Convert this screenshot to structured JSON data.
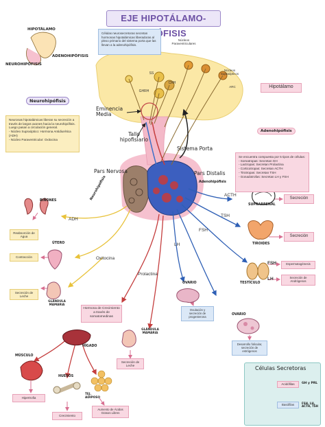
{
  "title": "EJE HIPOTÁLAMO-HIPÓFISIS",
  "legend_top": {
    "hypothalamus": "HIPOTÁLAMO",
    "neurohypophysis": "NEUROHIPÓFISIS",
    "adenohypophysis": "ADENOHIPÓFISIS"
  },
  "neurohipofisis_box": {
    "heading": "Neurohipófisis",
    "text_1": "Neuronas hipotalámicas liberan su secreción a través de largos axones hacia la neurohipófisis. Luego pasan a circulación general.",
    "text_2": "- Núcleo Supraóptico: Hormona Antidiurética (ADH)",
    "text_3": "- Núcleo Paraventricular: Oxitocina"
  },
  "top_note": "Células neurosecretoras secretan hormonas hipotalámicas liberadoras al plexo primario del sistema porta que las llevan a la adenohipófisis.",
  "nuclei": {
    "paraventricular": "Núcleos Paraventriculares",
    "supraoptic": "Núcleos Supraópticos",
    "arc": "ARC",
    "ss": "SS",
    "crh": "CRH",
    "ghrh": "GHRH"
  },
  "hipotalamo_label": "Hipotálamo",
  "eminencia_media": "Eminencia Media",
  "tallo_hipofisiario": "Tallo hipofisiario",
  "sistema_porta": "Sistema Porta",
  "pars_nervosa": "Pars Nervosa",
  "pars_distalis": "Pars Distalis",
  "neurohipofisis_side": "Neurohipófisis",
  "adenohipofisis": {
    "heading": "Adenohipófisis",
    "text_0": "Se encuentra compuesta por 5 tipos de células:",
    "text_1": "- Somatropas: Secretan GH",
    "text_2": "- Lactropas: Secretan Prolactina",
    "text_3": "- Corticotropas: Secretan ACTH",
    "text_4": "- Tirotropas: Secretan TSH",
    "text_5": "- Gonadotrofas: Secretan LH y FSH"
  },
  "adenohipofisis_side": "Adenohipófisis",
  "hormones": {
    "acth": "ACTH",
    "tsh": "TSH",
    "fsh": "FSH",
    "lh": "LH",
    "adh": "ADH",
    "oxitocina": "Oxitocina",
    "prolactina": "Prolactina",
    "fsh2": "FSH",
    "lh2": "LH"
  },
  "organs": {
    "suprarrenal": "SUPRARRENAL",
    "tiroides": "TIROIDES",
    "testiculo": "TESTÍCULO",
    "ovario_1": "OVARIO",
    "ovario_2": "OVARIO",
    "rinones": "RIÑONES",
    "utero": "ÚTERO",
    "glandula_mamaria_1": "GLÁNDULA MAMARIA",
    "glandula_mamaria_2": "GLÁNDULA MAMARIA",
    "higado": "HÍGADO",
    "musculo": "MÚSCULO",
    "huesos": "HUESOS",
    "tejido_adiposo": "TEJ. ADIPOSO"
  },
  "effects": {
    "secrecion_1": "Secreción",
    "secrecion_2": "Secreción",
    "espermatogenesis": "Espermatogénesis",
    "andrógenos": "Secreción de Andrógenos",
    "ovulacion": "Ovulación y secreción de progesterona",
    "estrogenos": "Desarrollo folicular, secreción de estrógenos",
    "reabsorcion": "Reabsorción de Agua",
    "contraccion": "Contracción",
    "leche": "Secreción de Leche",
    "prolactina_leche": "Secreción de Leche",
    "hipertrofia": "Hipertrofia",
    "crecimiento": "Crecimiento",
    "lipolisis": "Aumento de Ácidos Grasos Libres"
  },
  "gh_box": "Hormona de Crecimiento a través de somatomedinas",
  "celulas": {
    "heading": "Células Secretoras",
    "acidofilas": "Acidófilas",
    "basofilas": "Basófilas",
    "acidofilas_tag": "GH y PRL",
    "basofilas_tag": "FSH, LH, ACTH, TSH"
  },
  "colors": {
    "purple": "#7b5cb8",
    "pink": "#e88aa8",
    "yellow": "#f2cf4a",
    "blue": "#3b6fc9",
    "red": "#c43d3d",
    "teal": "#5ab5b0"
  }
}
